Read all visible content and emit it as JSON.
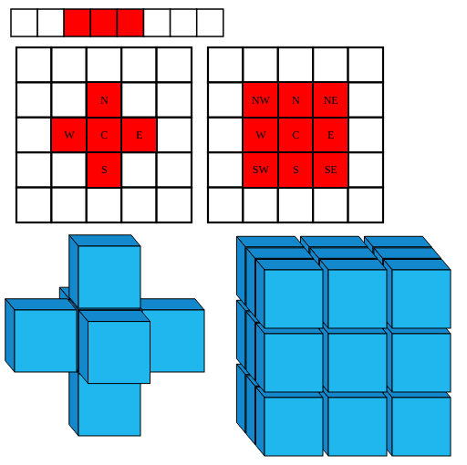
{
  "diagram": {
    "nodes": [
      {
        "text": [
          "N"
        ]
      },
      {
        "text": [
          "W"
        ]
      },
      {
        "text": [
          "C"
        ]
      },
      {
        "text": [
          "E"
        ]
      },
      {
        "text": [
          "S"
        ]
      },
      {
        "text": [
          "NW"
        ]
      },
      {
        "text": [
          "N"
        ]
      },
      {
        "text": [
          "NE"
        ]
      },
      {
        "text": [
          "W"
        ]
      },
      {
        "text": [
          "C"
        ]
      },
      {
        "text": [
          "E"
        ]
      },
      {
        "text": [
          "SW"
        ]
      },
      {
        "text": [
          "S"
        ]
      },
      {
        "text": [
          "SE"
        ]
      }
    ]
  }
}
